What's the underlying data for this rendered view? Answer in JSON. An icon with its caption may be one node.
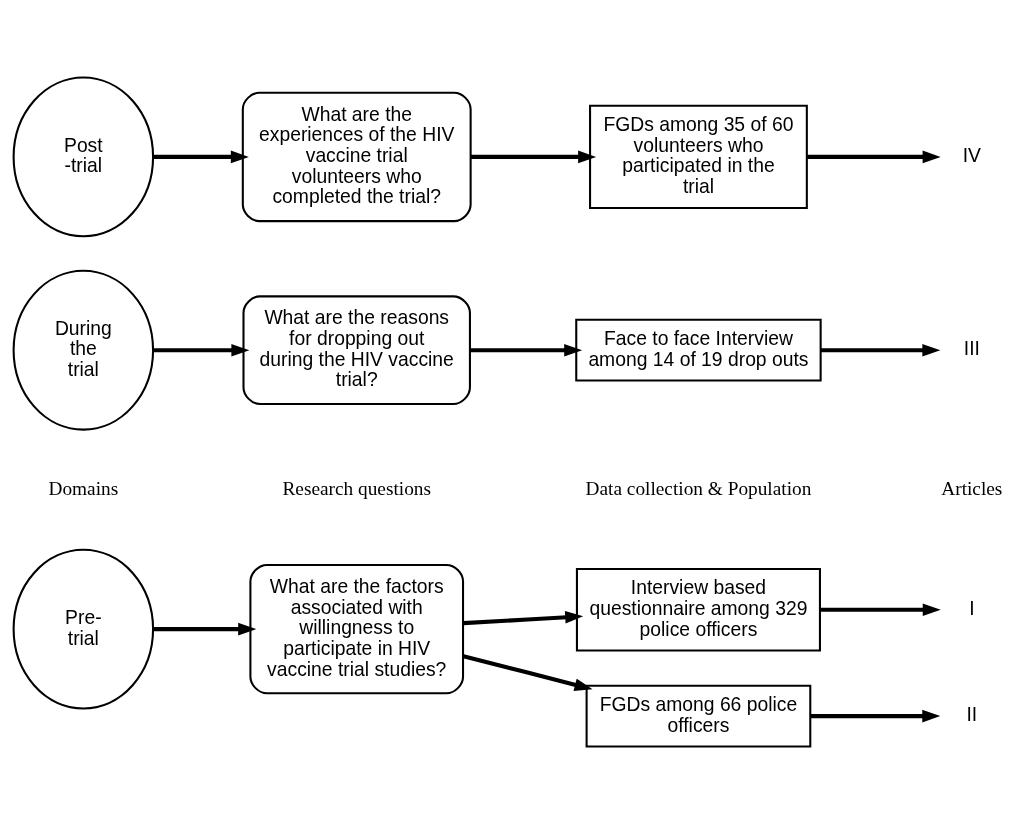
{
  "diagram": {
    "nodes": [
      {
        "text": [
          "Pre- trial"
        ]
      },
      {
        "text": [
          "What are the factors associated with willingness to participate in HIV vaccine trial studies?"
        ]
      },
      {
        "text": [
          "Interview based questionnaire among 329 police officers"
        ]
      },
      {
        "text": [
          "FGDs among 66 police officers"
        ]
      },
      {
        "text": [
          "I"
        ]
      },
      {
        "text": [
          "II"
        ]
      },
      {
        "text": [
          "During the trial"
        ]
      },
      {
        "text": [
          "What are the reasons for dropping out during the HIV vaccine trial?"
        ]
      },
      {
        "text": [
          "Face to face Interview among 14 of 19 drop outs"
        ]
      },
      {
        "text": [
          "III"
        ]
      },
      {
        "text": [
          "Post -trial"
        ]
      },
      {
        "text": [
          "What are the experiences of the HIV vaccine trial volunteers who completed the trial?"
        ]
      },
      {
        "text": [
          "FGDs among 35 of 60 volunteers who participated in the trial"
        ]
      },
      {
        "text": [
          "IV"
        ]
      }
    ],
    "edges": [
      {
        "from": 0,
        "to": 1,
        "arrow": "to"
      },
      {
        "from": 1,
        "to": 2,
        "arrow": "to"
      },
      {
        "from": 1,
        "to": 3,
        "arrow": "to"
      },
      {
        "from": 2,
        "to": 4,
        "arrow": "to"
      },
      {
        "from": 3,
        "to": 5,
        "arrow": "to"
      },
      {
        "from": 6,
        "to": 7,
        "arrow": "to"
      },
      {
        "from": 7,
        "to": 8,
        "arrow": "to"
      },
      {
        "from": 8,
        "to": 9,
        "arrow": "to"
      },
      {
        "from": 10,
        "to": 11,
        "arrow": "to"
      },
      {
        "from": 11,
        "to": 12,
        "arrow": "to"
      },
      {
        "from": 12,
        "to": 13,
        "arrow": "to"
      }
    ],
    "labels": [
      "Domains",
      "Research questions",
      "Data collection & Population",
      "Articles"
    ]
  }
}
